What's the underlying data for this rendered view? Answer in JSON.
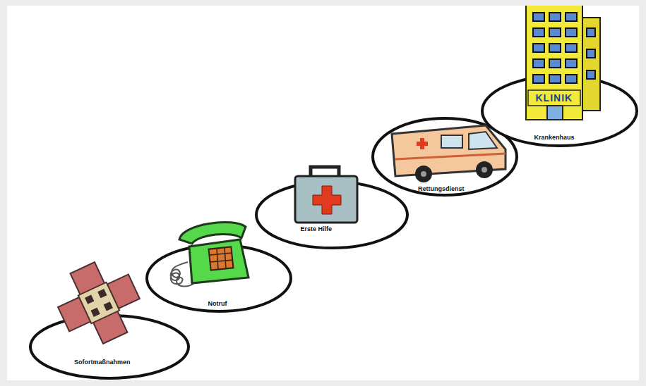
{
  "diagram": {
    "nodes": [
      {
        "text": [
          "Sofortmaßnahmen"
        ]
      },
      {
        "text": [
          "Notruf"
        ]
      },
      {
        "text": [
          "Erste Hilfe"
        ]
      },
      {
        "text": [
          "Rettungsdienst"
        ]
      },
      {
        "text": [
          "Krankenhaus"
        ]
      }
    ],
    "labels": [
      "KLINIK"
    ]
  }
}
